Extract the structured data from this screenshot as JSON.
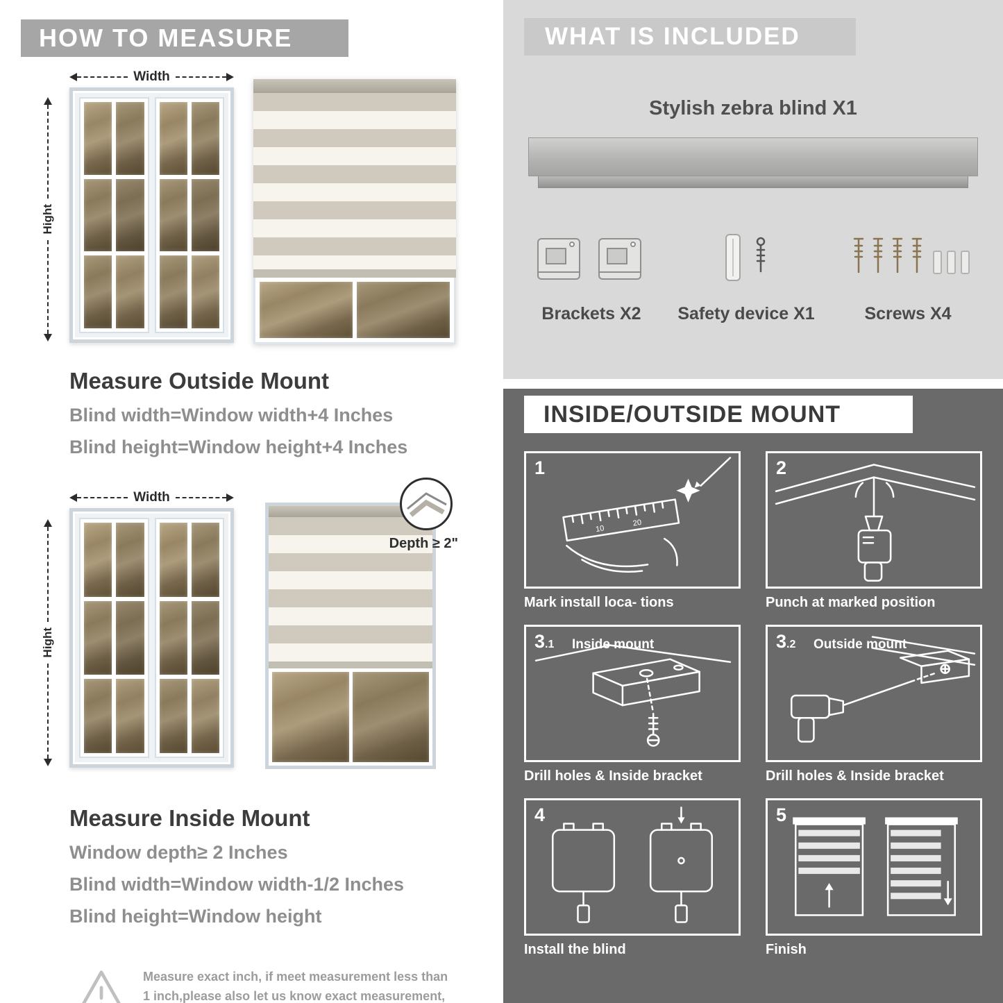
{
  "palette": {
    "left_banner_gray": "#a6a6a6",
    "included_bg": "#d9d9d9",
    "included_banner": "#c9c9c9",
    "mount_bg": "#6a6a6a",
    "heading_dark": "#3c3c3c",
    "formula_gray": "#8e8e8e"
  },
  "left": {
    "header": "HOW TO MEASURE",
    "outside": {
      "width_label": "Width",
      "height_label": "Hight",
      "title": "Measure Outside Mount",
      "line1": "Blind width=Window width+4 Inches",
      "line2": "Blind height=Window height+4 Inches"
    },
    "inside": {
      "width_label": "Width",
      "height_label": "Hight",
      "depth_label": "Depth ≥ 2\"",
      "title": "Measure Inside Mount",
      "line1": "Window depth≥ 2 Inches",
      "line2": "Blind width=Window width-1/2 Inches",
      "line3": "Blind height=Window height"
    },
    "note": {
      "text": "Measure exact inch, if meet measurement less than 1 inch,please also let us know exact measurement, please do not leave it"
    }
  },
  "right": {
    "included": {
      "header": "WHAT IS INCLUDED",
      "blind_label": "Stylish zebra blind X1",
      "items": [
        {
          "label": "Brackets X2"
        },
        {
          "label": "Safety device X1"
        },
        {
          "label": "Screws X4"
        }
      ]
    },
    "mount": {
      "header": "INSIDE/OUTSIDE MOUNT",
      "steps": [
        {
          "num": "1",
          "caption": "Mark install loca- tions"
        },
        {
          "num": "2",
          "caption": "Punch at  marked position"
        },
        {
          "num": "3",
          "sub": ".1",
          "inner_label": "Inside mount",
          "caption": "Drill holes &  Inside bracket"
        },
        {
          "num": "3",
          "sub": ".2",
          "inner_label": "Outside mount",
          "caption": "Drill holes &  Inside bracket"
        },
        {
          "num": "4",
          "caption": "Install the blind"
        },
        {
          "num": "5",
          "caption": "Finish"
        }
      ]
    }
  }
}
